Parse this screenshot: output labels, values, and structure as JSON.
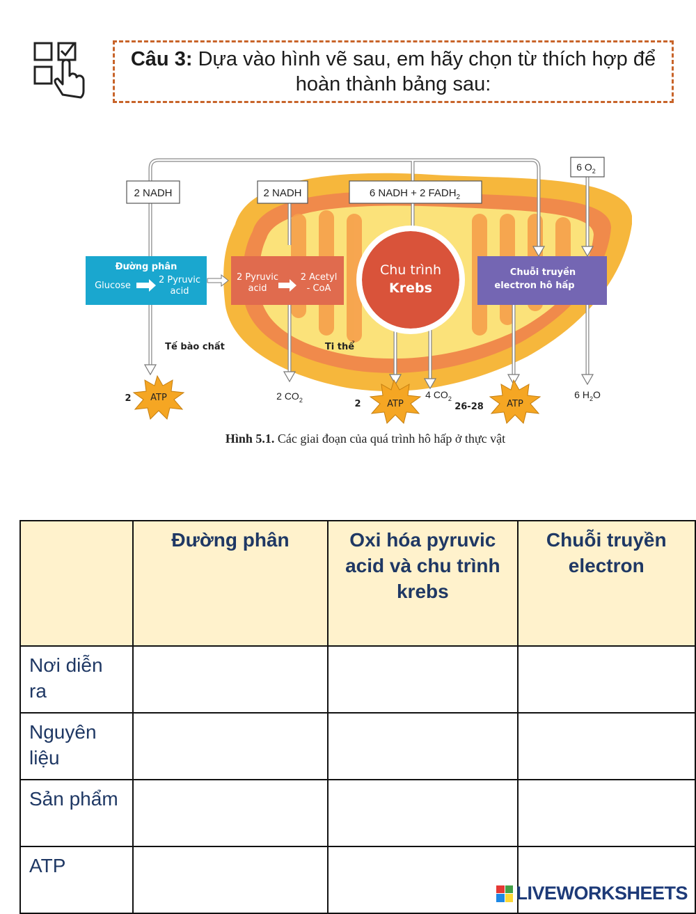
{
  "question": {
    "label": "Câu 3:",
    "text": "Dựa vào hình vẽ sau, em hãy chọn từ thích hợp để hoàn thành bảng sau:"
  },
  "figure": {
    "nadh_glycolysis": "2 NADH",
    "nadh_pyruvate": "2 NADH",
    "nadh_fadh_krebs": "6 NADH + 2 FADH",
    "nadh_fadh_sub": "2",
    "o2_input": "6 O",
    "o2_sub": "2",
    "glycolysis_title": "Đường phân",
    "glucose": "Glucose",
    "pyruvic_line1": "2 Pyruvic",
    "pyruvic_line2": "acid",
    "mito_pyruvic_line1": "2 Pyruvic",
    "mito_pyruvic_line2": "acid",
    "acetyl_line1": "2 Acetyl",
    "acetyl_line2": "- CoA",
    "krebs_line1": "Chu trình",
    "krebs_line2": "Krebs",
    "etc_line1": "Chuỗi truyền",
    "etc_line2": "electron hô hấp",
    "cytoplasm": "Tế bào chất",
    "mitochondria": "Ti thể",
    "atp": "ATP",
    "atp_count_1": "2",
    "atp_count_2": "2",
    "atp_count_3": "26-28",
    "co2_pyruvate": "2 CO",
    "co2_krebs": "4 CO",
    "co2_sub": "2",
    "h2o_output": "6 H",
    "h2o_sub": "2",
    "h2o_tail": "O",
    "caption_label": "Hình 5.1.",
    "caption_text": "Các giai đoạn của quá trình hô hấp ở thực vật"
  },
  "table": {
    "headers": [
      "",
      "Đường phân",
      "Oxi hóa pyruvic acid và chu trình krebs",
      "Chuỗi truyền electron"
    ],
    "rows": [
      "Nơi diễn ra",
      "Nguyên liệu",
      "Sản phẩm",
      "ATP"
    ]
  },
  "footer": {
    "brand": "LIVEWORKSHEETS"
  },
  "colors": {
    "dash_border": "#c8642a",
    "table_header_bg": "#fff2cc",
    "table_text": "#1f3864",
    "glycolysis_box": "#1aa7cf",
    "pyruvate_box": "#e06b4e",
    "krebs_circle": "#d9533a",
    "etc_box": "#7466b3",
    "atp_star": "#f5a623"
  }
}
